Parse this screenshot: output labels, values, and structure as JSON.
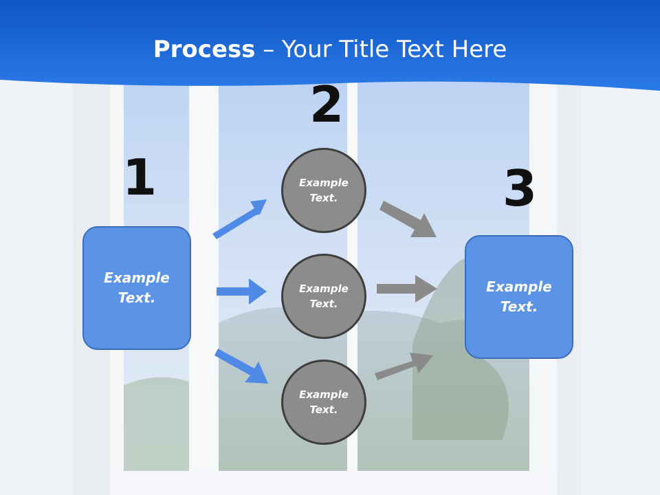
{
  "slide": {
    "title_bold": "Process",
    "title_rest": " – Your Title Text Here"
  },
  "steps": [
    {
      "number": "1",
      "text": "Example\nText."
    },
    {
      "number": "2",
      "items": [
        "Example\nText.",
        "Example\nText.",
        "Example\nText."
      ]
    },
    {
      "number": "3",
      "text": "Example\nText."
    }
  ],
  "colors": {
    "banner": "#1a6be0",
    "box_fill": "#5b93e6",
    "circle_fill": "#8c8c8c",
    "blue_arrow": "#4f8be6",
    "gray_arrow": "#8a8a8a"
  }
}
